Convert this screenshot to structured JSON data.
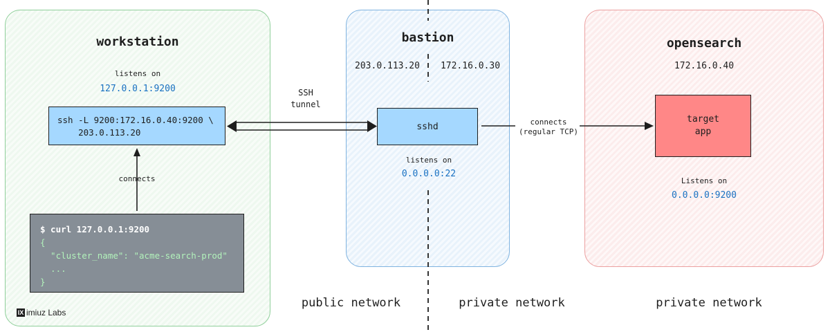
{
  "workstation": {
    "title": "workstation",
    "listens_label": "listens on",
    "listens_addr": "127.0.0.1:9200",
    "command_line1": "ssh -L 9200:172.16.0.40:9200 \\",
    "command_line2": "    203.0.113.20",
    "connects_label": "connects",
    "terminal": {
      "prompt": "$ curl 127.0.0.1:9200",
      "line1": "{",
      "line2": "  \"cluster_name\": \"acme-search-prod\"",
      "line3": "  ...",
      "line4": "}"
    }
  },
  "tunnel": {
    "line1": "SSH",
    "line2": "tunnel"
  },
  "bastion": {
    "title": "bastion",
    "public_ip": "203.0.113.20",
    "private_ip": "172.16.0.30",
    "service": "sshd",
    "listens_label": "listens on",
    "listens_addr": "0.0.0.0:22"
  },
  "connection": {
    "line1": "connects",
    "line2": "(regular TCP)"
  },
  "opensearch": {
    "title": "opensearch",
    "ip": "172.16.0.40",
    "target_line1": "target",
    "target_line2": "app",
    "listens_label": "Listens on",
    "listens_addr": "0.0.0.0:9200"
  },
  "networks": {
    "public": "public network",
    "private_middle": "private network",
    "private_right": "private network"
  },
  "logo": {
    "mark": "IX",
    "text": "imiuz Labs"
  },
  "colors": {
    "green_zone": "#8fcf9a",
    "blue_zone": "#7fb3e0",
    "red_zone": "#eba0a0",
    "box_blue": "#a5d8ff",
    "box_red": "#ff8787",
    "terminal": "#868e96",
    "address": "#1971c2"
  }
}
